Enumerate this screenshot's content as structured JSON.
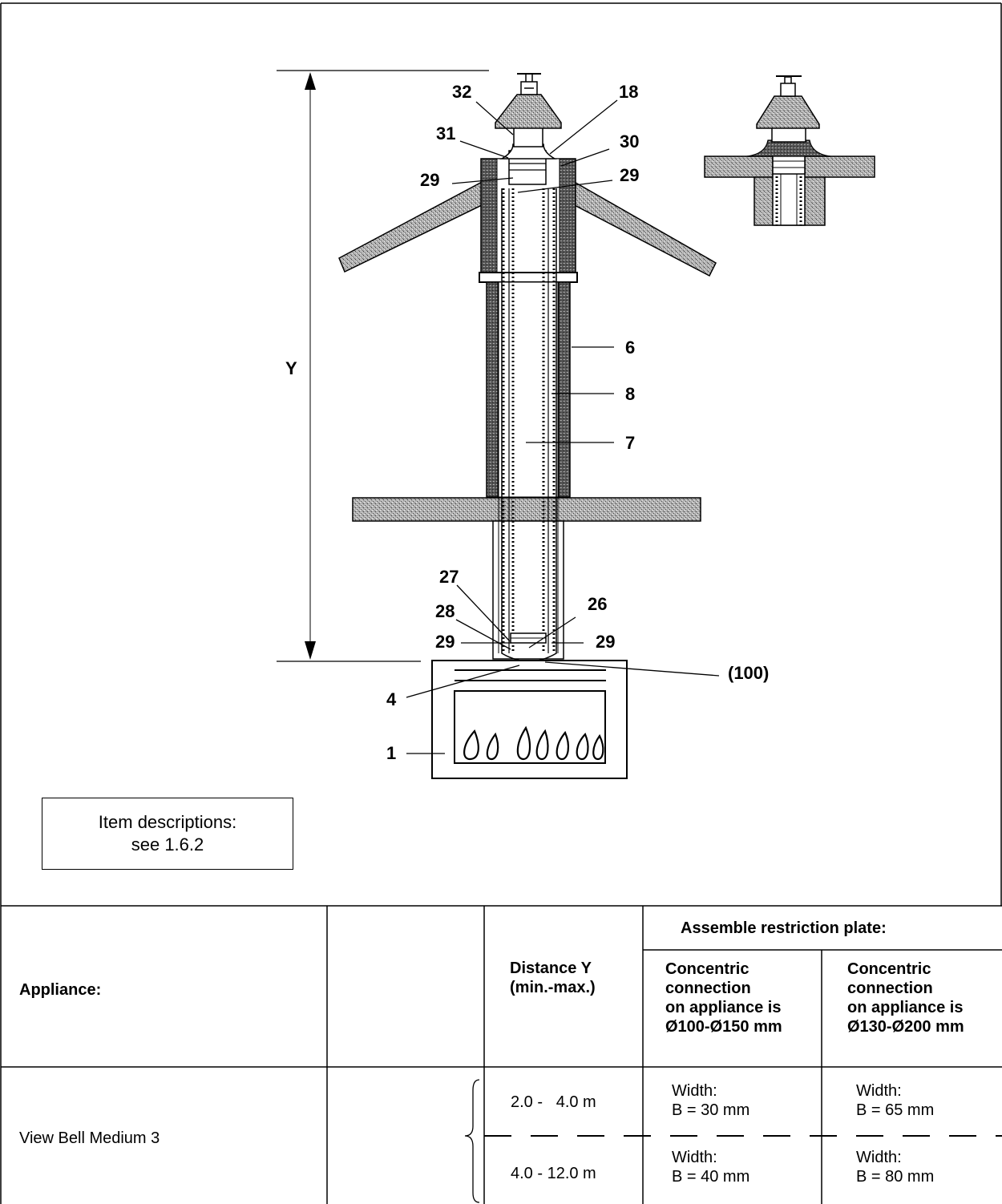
{
  "labels": {
    "dim_y": "Y",
    "n32": "32",
    "n18": "18",
    "n31": "31",
    "n30": "30",
    "n29_tl": "29",
    "n29_tr": "29",
    "n6": "6",
    "n8": "8",
    "n7": "7",
    "n27": "27",
    "n26": "26",
    "n28": "28",
    "n29_bl": "29",
    "n29_br": "29",
    "n100": "(100)",
    "n4": "4",
    "n1": "1"
  },
  "note": {
    "line1": "Item descriptions:",
    "line2": "see 1.6.2"
  },
  "table": {
    "h_appliance": "Appliance:",
    "h_distance_1": "Distance Y",
    "h_distance_2": "(min.-max.)",
    "h_group": "Assemble restriction plate:",
    "h_col1": [
      "Concentric",
      "connection",
      "on appliance is",
      "Ø100-Ø150 mm"
    ],
    "h_col2": [
      "Concentric",
      "connection",
      "on appliance is",
      "Ø130-Ø200 mm"
    ],
    "appliance": "View Bell Medium 3",
    "rows": [
      {
        "distance": "2.0 -   4.0 m",
        "c1a": "Width:",
        "c1b": "B = 30 mm",
        "c2a": "Width:",
        "c2b": "B = 65 mm"
      },
      {
        "distance": "4.0 - 12.0 m",
        "c1a": "Width:",
        "c1b": "B = 40 mm",
        "c2a": "Width:",
        "c2b": "B = 80 mm"
      }
    ]
  }
}
